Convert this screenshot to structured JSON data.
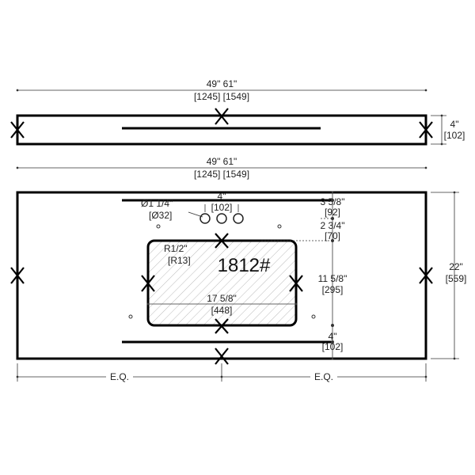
{
  "backsplash": {
    "width_in": "49\"  61\"",
    "width_mm": "[1245] [1549]",
    "height_in": "4\"",
    "height_mm": "[102]"
  },
  "top": {
    "width_in": "49\"  61\"",
    "width_mm": "[1245] [1549]",
    "depth_in": "22\"",
    "depth_mm": "[559]",
    "bottom_left_label": "E.Q.",
    "bottom_right_label": "E.Q."
  },
  "faucet": {
    "hole_dia_in": "Ø1 1/4\"",
    "hole_dia_mm": "[Ø32]",
    "spacing_in": "4\"",
    "spacing_mm": "[102]"
  },
  "sink": {
    "model": "1812#",
    "radius_in": "R1/2\"",
    "radius_mm": "[R13]",
    "width_in": "17 5/8\"",
    "width_mm": "[448]",
    "height_in": "11 5/8\"",
    "height_mm": "[295]"
  },
  "offsets": {
    "back_to_line_in": "3 5/8\"",
    "back_to_line_mm": "[92]",
    "holes_to_sink_in": "2 3/4\"",
    "holes_to_sink_mm": "[70]",
    "front_line_in": "4\"",
    "front_line_mm": "[102]"
  }
}
